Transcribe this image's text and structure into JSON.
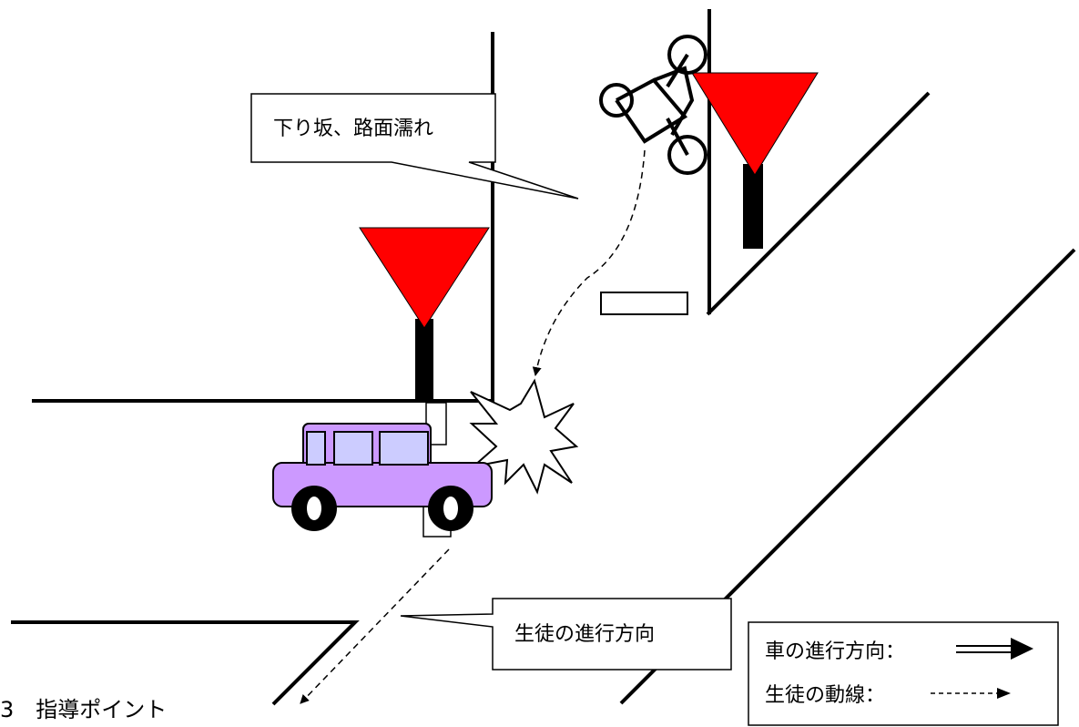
{
  "callouts": {
    "slope": "下り坂、路面濡れ",
    "student_direction": "生徒の進行方向"
  },
  "legend": {
    "car_direction": "車の進行方向：",
    "student_path": "生徒の動線："
  },
  "heading": "3　指導ポイント",
  "colors": {
    "yield_sign": "#ff0000",
    "car_body": "#cc99ff",
    "car_window": "#ccccff"
  },
  "icons": [
    "yield-sign-icon",
    "bicycle-icon",
    "car-icon",
    "collision-burst-icon",
    "solid-arrow-icon",
    "dashed-arrow-icon"
  ]
}
